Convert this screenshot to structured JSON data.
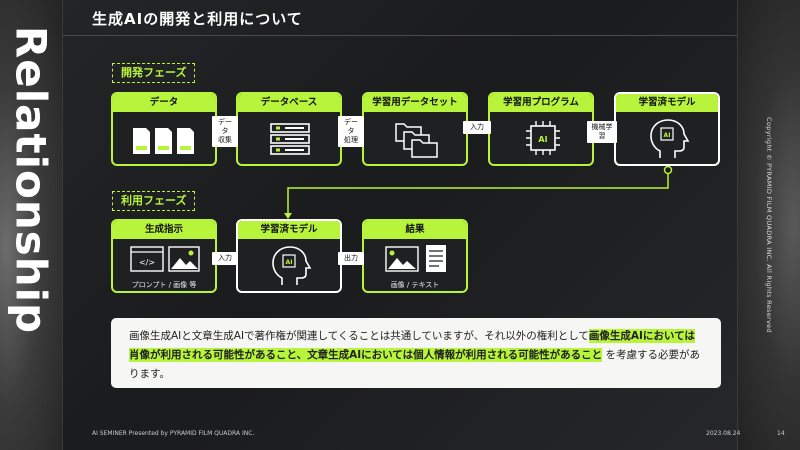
{
  "title": "生成AIの開発と利用について",
  "side_word": "Relationship",
  "copyright": "Copyright © PYRAMID FILM QUADRA INC. All Rights Reserved",
  "development": {
    "label": "開発フェーズ",
    "boxes": [
      {
        "title": "データ",
        "icon": "data-cards-icon"
      },
      {
        "title": "データベース",
        "icon": "server-icon"
      },
      {
        "title": "学習用データセット",
        "icon": "folders-icon"
      },
      {
        "title": "学習用プログラム",
        "icon": "ai-chip-icon"
      },
      {
        "title": "学習済モデル",
        "icon": "ai-head-icon"
      }
    ],
    "arrows": [
      {
        "line1": "データ",
        "line2": "収集"
      },
      {
        "line1": "データ",
        "line2": "処理"
      },
      {
        "line1": "入力",
        "line2": ""
      },
      {
        "line1": "機械学習",
        "line2": ""
      }
    ]
  },
  "usage": {
    "label": "利用フェーズ",
    "boxes": [
      {
        "title": "生成指示",
        "caption": "プロンプト / 画像 等",
        "icon": "code-image-icon"
      },
      {
        "title": "学習済モデル",
        "caption": "",
        "icon": "ai-head-icon"
      },
      {
        "title": "結果",
        "caption": "画像 / テキスト",
        "icon": "image-text-icon"
      }
    ],
    "arrows": [
      {
        "line1": "入力"
      },
      {
        "line1": "出力"
      }
    ]
  },
  "note": {
    "part1": "画像生成AIと文章生成AIで著作権が関連してくることは共通していますが、それ以外の権利として",
    "highlight1": "画像生成AIにおいては肖像が利用される可能性があること、",
    "highlight2": "文章生成AIにおいては個人情報が利用される可能性があること",
    "part2": "を考慮する必要があります。"
  },
  "footer": {
    "left": "AI SEMINER Presented by PYRAMID FILM QUADRA INC.",
    "date": "2023.08.24",
    "page": "14"
  },
  "colors": {
    "accent": "#b7f43b",
    "background": "#1c1d1f"
  }
}
